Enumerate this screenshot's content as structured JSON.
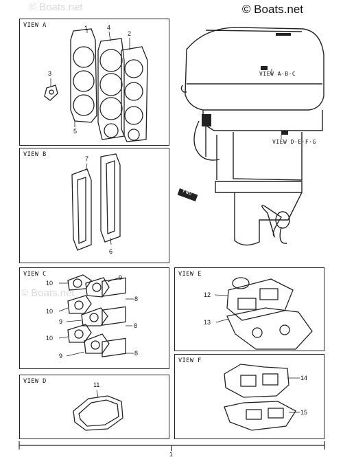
{
  "watermark_top": "© Boats.net",
  "watermark_faint": "© Boats.net",
  "panels": {
    "a": {
      "title": "VIEW A",
      "callouts": [
        "4",
        "2",
        "3",
        "1",
        "5"
      ]
    },
    "b": {
      "title": "VIEW B",
      "callouts": [
        "7",
        "6"
      ]
    },
    "c": {
      "title": "VIEW C",
      "callouts": [
        "10",
        "9",
        "8",
        "10",
        "8",
        "9",
        "10",
        "9",
        "8"
      ]
    },
    "d": {
      "title": "VIEW D",
      "callouts": [
        "11"
      ]
    },
    "e": {
      "title": "VIEW E",
      "callouts": [
        "12",
        "13"
      ]
    },
    "f": {
      "title": "VIEW F",
      "callouts": [
        "14",
        "15"
      ]
    }
  },
  "engine": {
    "label_abc": "VIEW A·B·C",
    "label_defg": "VIEW D·E·F·G",
    "badge": "FWD"
  },
  "footer": {
    "number": "1"
  }
}
